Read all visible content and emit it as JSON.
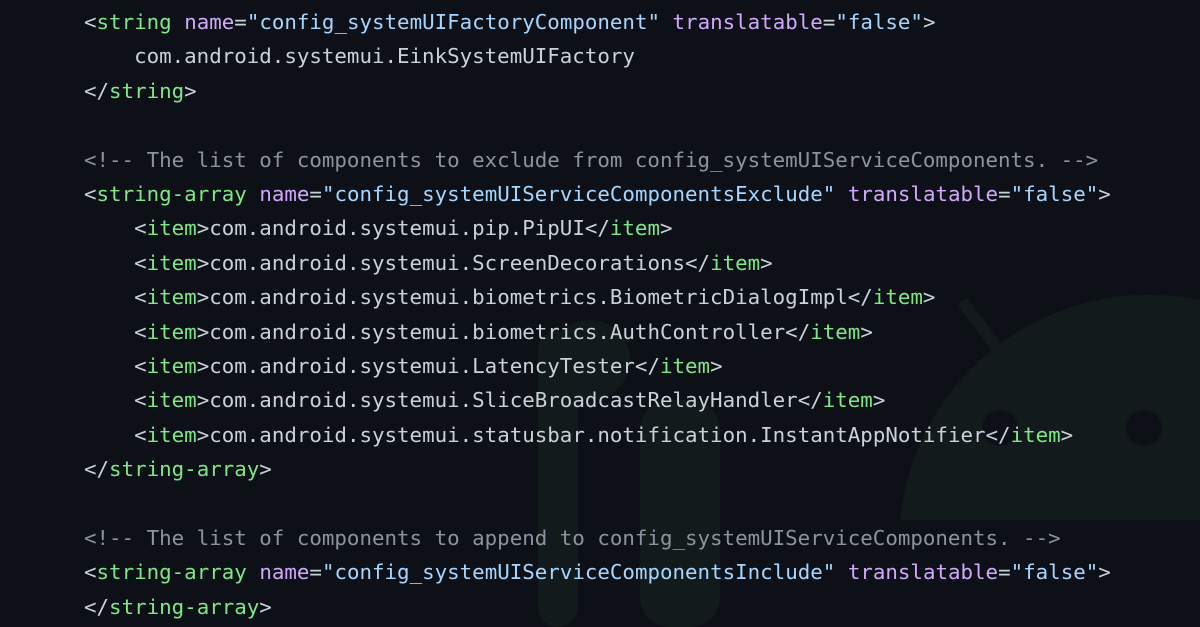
{
  "colors": {
    "background": "#0d1117",
    "tag": "#7ee787",
    "attr": "#d2a8ff",
    "string": "#a5d6ff",
    "text": "#c9d1d9",
    "comment": "#8b949e"
  },
  "watermark_icon": "android-logo-icon",
  "lines": [
    {
      "tokens": [
        {
          "t": "<",
          "c": "punct"
        },
        {
          "t": "string",
          "c": "tag"
        },
        {
          "t": " ",
          "c": "text"
        },
        {
          "t": "name",
          "c": "attr"
        },
        {
          "t": "=",
          "c": "punct"
        },
        {
          "t": "\"config_systemUIFactoryComponent\"",
          "c": "str"
        },
        {
          "t": " ",
          "c": "text"
        },
        {
          "t": "translatable",
          "c": "attr"
        },
        {
          "t": "=",
          "c": "punct"
        },
        {
          "t": "\"false\"",
          "c": "str"
        },
        {
          "t": ">",
          "c": "punct"
        }
      ]
    },
    {
      "tokens": [
        {
          "t": "    com.android.systemui.EinkSystemUIFactory",
          "c": "text"
        }
      ]
    },
    {
      "tokens": [
        {
          "t": "</",
          "c": "punct"
        },
        {
          "t": "string",
          "c": "tag"
        },
        {
          "t": ">",
          "c": "punct"
        }
      ]
    },
    {
      "tokens": []
    },
    {
      "tokens": [
        {
          "t": "<!-- The list of components to exclude from config_systemUIServiceComponents. -->",
          "c": "comment"
        }
      ]
    },
    {
      "tokens": [
        {
          "t": "<",
          "c": "punct"
        },
        {
          "t": "string-array",
          "c": "tag"
        },
        {
          "t": " ",
          "c": "text"
        },
        {
          "t": "name",
          "c": "attr"
        },
        {
          "t": "=",
          "c": "punct"
        },
        {
          "t": "\"config_systemUIServiceComponentsExclude\"",
          "c": "str"
        },
        {
          "t": " ",
          "c": "text"
        },
        {
          "t": "translatable",
          "c": "attr"
        },
        {
          "t": "=",
          "c": "punct"
        },
        {
          "t": "\"false\"",
          "c": "str"
        },
        {
          "t": ">",
          "c": "punct"
        }
      ]
    },
    {
      "tokens": [
        {
          "t": "    <",
          "c": "punct"
        },
        {
          "t": "item",
          "c": "tag"
        },
        {
          "t": ">com.android.systemui.pip.PipUI</",
          "c": "text"
        },
        {
          "t": "item",
          "c": "tag"
        },
        {
          "t": ">",
          "c": "punct"
        }
      ]
    },
    {
      "tokens": [
        {
          "t": "    <",
          "c": "punct"
        },
        {
          "t": "item",
          "c": "tag"
        },
        {
          "t": ">com.android.systemui.ScreenDecorations</",
          "c": "text"
        },
        {
          "t": "item",
          "c": "tag"
        },
        {
          "t": ">",
          "c": "punct"
        }
      ]
    },
    {
      "tokens": [
        {
          "t": "    <",
          "c": "punct"
        },
        {
          "t": "item",
          "c": "tag"
        },
        {
          "t": ">com.android.systemui.biometrics.BiometricDialogImpl</",
          "c": "text"
        },
        {
          "t": "item",
          "c": "tag"
        },
        {
          "t": ">",
          "c": "punct"
        }
      ]
    },
    {
      "tokens": [
        {
          "t": "    <",
          "c": "punct"
        },
        {
          "t": "item",
          "c": "tag"
        },
        {
          "t": ">com.android.systemui.biometrics.AuthController</",
          "c": "text"
        },
        {
          "t": "item",
          "c": "tag"
        },
        {
          "t": ">",
          "c": "punct"
        }
      ]
    },
    {
      "tokens": [
        {
          "t": "    <",
          "c": "punct"
        },
        {
          "t": "item",
          "c": "tag"
        },
        {
          "t": ">com.android.systemui.LatencyTester</",
          "c": "text"
        },
        {
          "t": "item",
          "c": "tag"
        },
        {
          "t": ">",
          "c": "punct"
        }
      ]
    },
    {
      "tokens": [
        {
          "t": "    <",
          "c": "punct"
        },
        {
          "t": "item",
          "c": "tag"
        },
        {
          "t": ">com.android.systemui.SliceBroadcastRelayHandler</",
          "c": "text"
        },
        {
          "t": "item",
          "c": "tag"
        },
        {
          "t": ">",
          "c": "punct"
        }
      ]
    },
    {
      "tokens": [
        {
          "t": "    <",
          "c": "punct"
        },
        {
          "t": "item",
          "c": "tag"
        },
        {
          "t": ">com.android.systemui.statusbar.notification.InstantAppNotifier</",
          "c": "text"
        },
        {
          "t": "item",
          "c": "tag"
        },
        {
          "t": ">",
          "c": "punct"
        }
      ]
    },
    {
      "tokens": [
        {
          "t": "</",
          "c": "punct"
        },
        {
          "t": "string-array",
          "c": "tag"
        },
        {
          "t": ">",
          "c": "punct"
        }
      ]
    },
    {
      "tokens": []
    },
    {
      "tokens": [
        {
          "t": "<!-- The list of components to append to config_systemUIServiceComponents. -->",
          "c": "comment"
        }
      ]
    },
    {
      "tokens": [
        {
          "t": "<",
          "c": "punct"
        },
        {
          "t": "string-array",
          "c": "tag"
        },
        {
          "t": " ",
          "c": "text"
        },
        {
          "t": "name",
          "c": "attr"
        },
        {
          "t": "=",
          "c": "punct"
        },
        {
          "t": "\"config_systemUIServiceComponentsInclude\"",
          "c": "str"
        },
        {
          "t": " ",
          "c": "text"
        },
        {
          "t": "translatable",
          "c": "attr"
        },
        {
          "t": "=",
          "c": "punct"
        },
        {
          "t": "\"false\"",
          "c": "str"
        },
        {
          "t": ">",
          "c": "punct"
        }
      ]
    },
    {
      "tokens": [
        {
          "t": "</",
          "c": "punct"
        },
        {
          "t": "string-array",
          "c": "tag"
        },
        {
          "t": ">",
          "c": "punct"
        }
      ]
    }
  ]
}
